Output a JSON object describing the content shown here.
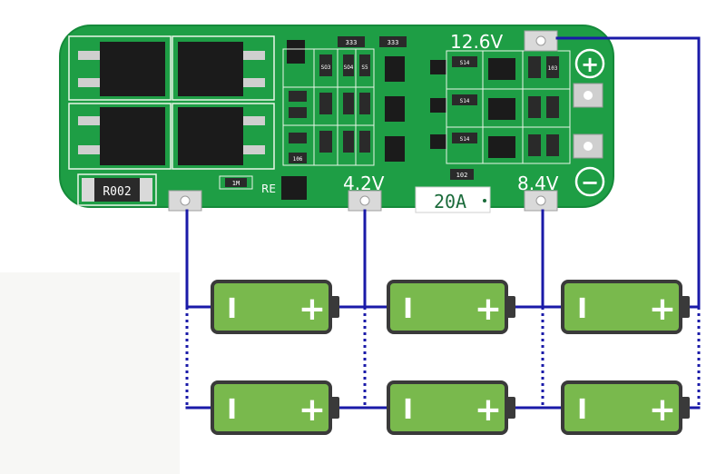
{
  "board": {
    "voltage_top": "12.6V",
    "voltage_mid_left": "4.2V",
    "voltage_mid_right": "8.4V",
    "current_rating": "20A",
    "shunt_label": "R002",
    "re_label": "RE",
    "plus_symbol": "+",
    "minus_symbol": "−",
    "resistor_codes": {
      "r333a": "333",
      "r333b": "333",
      "r103a": "103",
      "r102": "102",
      "r1m": "1M",
      "r106": "106"
    },
    "small_codes": [
      "SO3",
      "SO4",
      "S5",
      "S14",
      "S14",
      "S14"
    ]
  },
  "battery": {
    "minus_symbol": "I",
    "plus_symbol": "+"
  },
  "colors": {
    "pcb": "#1e9e45",
    "pcb_edge": "#158a3a",
    "wire": "#1a1aa8",
    "battery_fill": "#79b94d",
    "battery_border": "#3a3a3a"
  }
}
